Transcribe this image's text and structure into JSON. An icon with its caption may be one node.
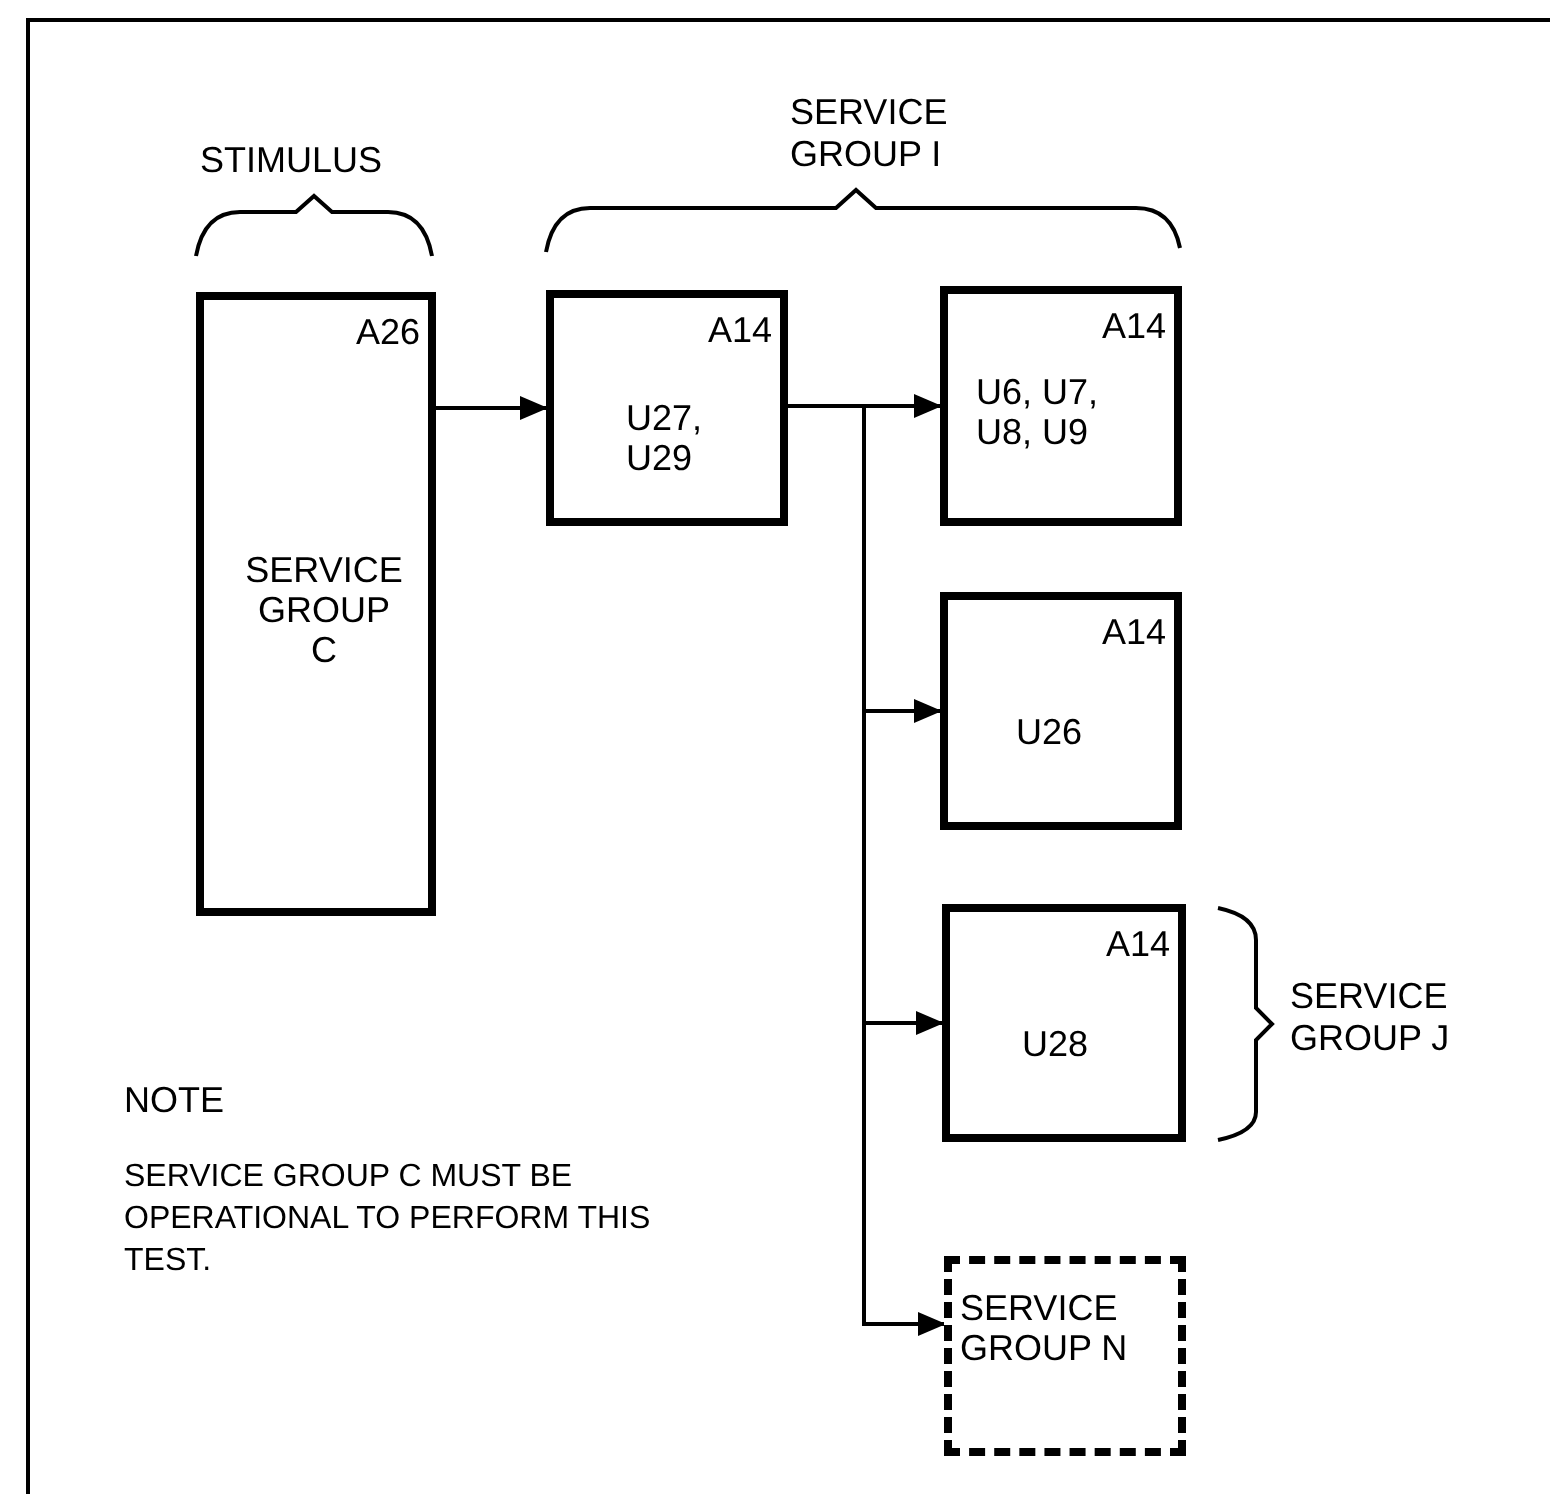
{
  "diagram": {
    "nodes": [
      {
        "text": [
          "A26",
          "SERVICE GROUP C"
        ]
      },
      {
        "text": [
          "A14",
          "U27, U29"
        ]
      },
      {
        "text": [
          "A14",
          "U6, U7, U8, U9"
        ]
      },
      {
        "text": [
          "A14",
          "U26"
        ]
      },
      {
        "text": [
          "A14",
          "U28"
        ]
      },
      {
        "text": [
          "SERVICE GROUP N"
        ]
      }
    ],
    "edges": [
      {
        "from": 0,
        "to": 1,
        "arrow": "to"
      },
      {
        "from": 1,
        "to": 2,
        "arrow": "to"
      },
      {
        "from": 1,
        "to": 3,
        "arrow": "to"
      },
      {
        "from": 1,
        "to": 4,
        "arrow": "to"
      },
      {
        "from": 1,
        "to": 5,
        "arrow": "to"
      }
    ],
    "labels": [
      "SERVICE GROUP I",
      "STIMULUS",
      "SERVICE GROUP J",
      "NOTE",
      "SERVICE GROUP C MUST BE OPERATIONAL TO PERFORM THIS TEST."
    ]
  }
}
